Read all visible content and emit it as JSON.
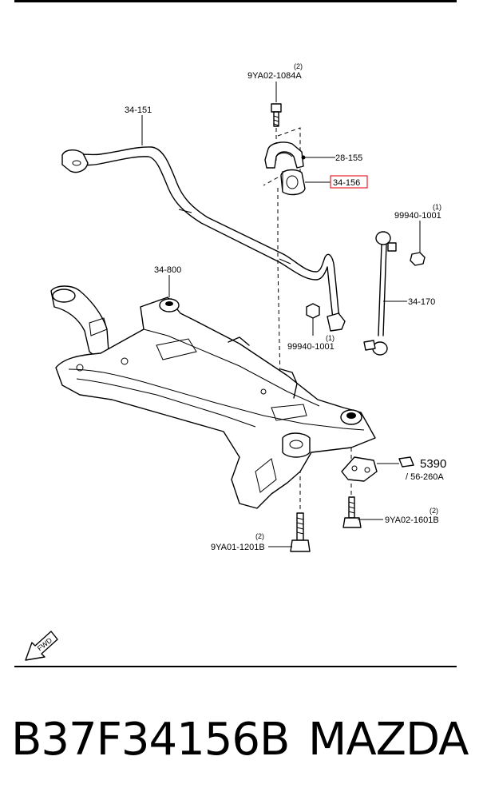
{
  "callouts": {
    "bolt_top": "9YA02-1084A",
    "bolt_top_qty": "(2)",
    "stabilizer_bar": "34-151",
    "bracket": "28-155",
    "bushing": "34-156",
    "nut_right": "99940-1001",
    "nut_right_qty": "(1)",
    "link": "34-170",
    "nut_left": "99940-1001",
    "nut_left_qty": "(1)",
    "subframe": "34-800",
    "bracket_5390": "5390",
    "bracket_5390_sub": "/ 56-260A",
    "bolt_right": "9YA02-1601B",
    "bolt_right_qty": "(2)",
    "bolt_bottom": "9YA01-1201B",
    "bolt_bottom_qty": "(2)",
    "fwd": "FWD"
  },
  "footer": {
    "part_number": "B37F34156B",
    "brand": "MAZDA"
  },
  "colors": {
    "highlight": "#e8202a",
    "line": "#000000",
    "background": "#ffffff"
  }
}
